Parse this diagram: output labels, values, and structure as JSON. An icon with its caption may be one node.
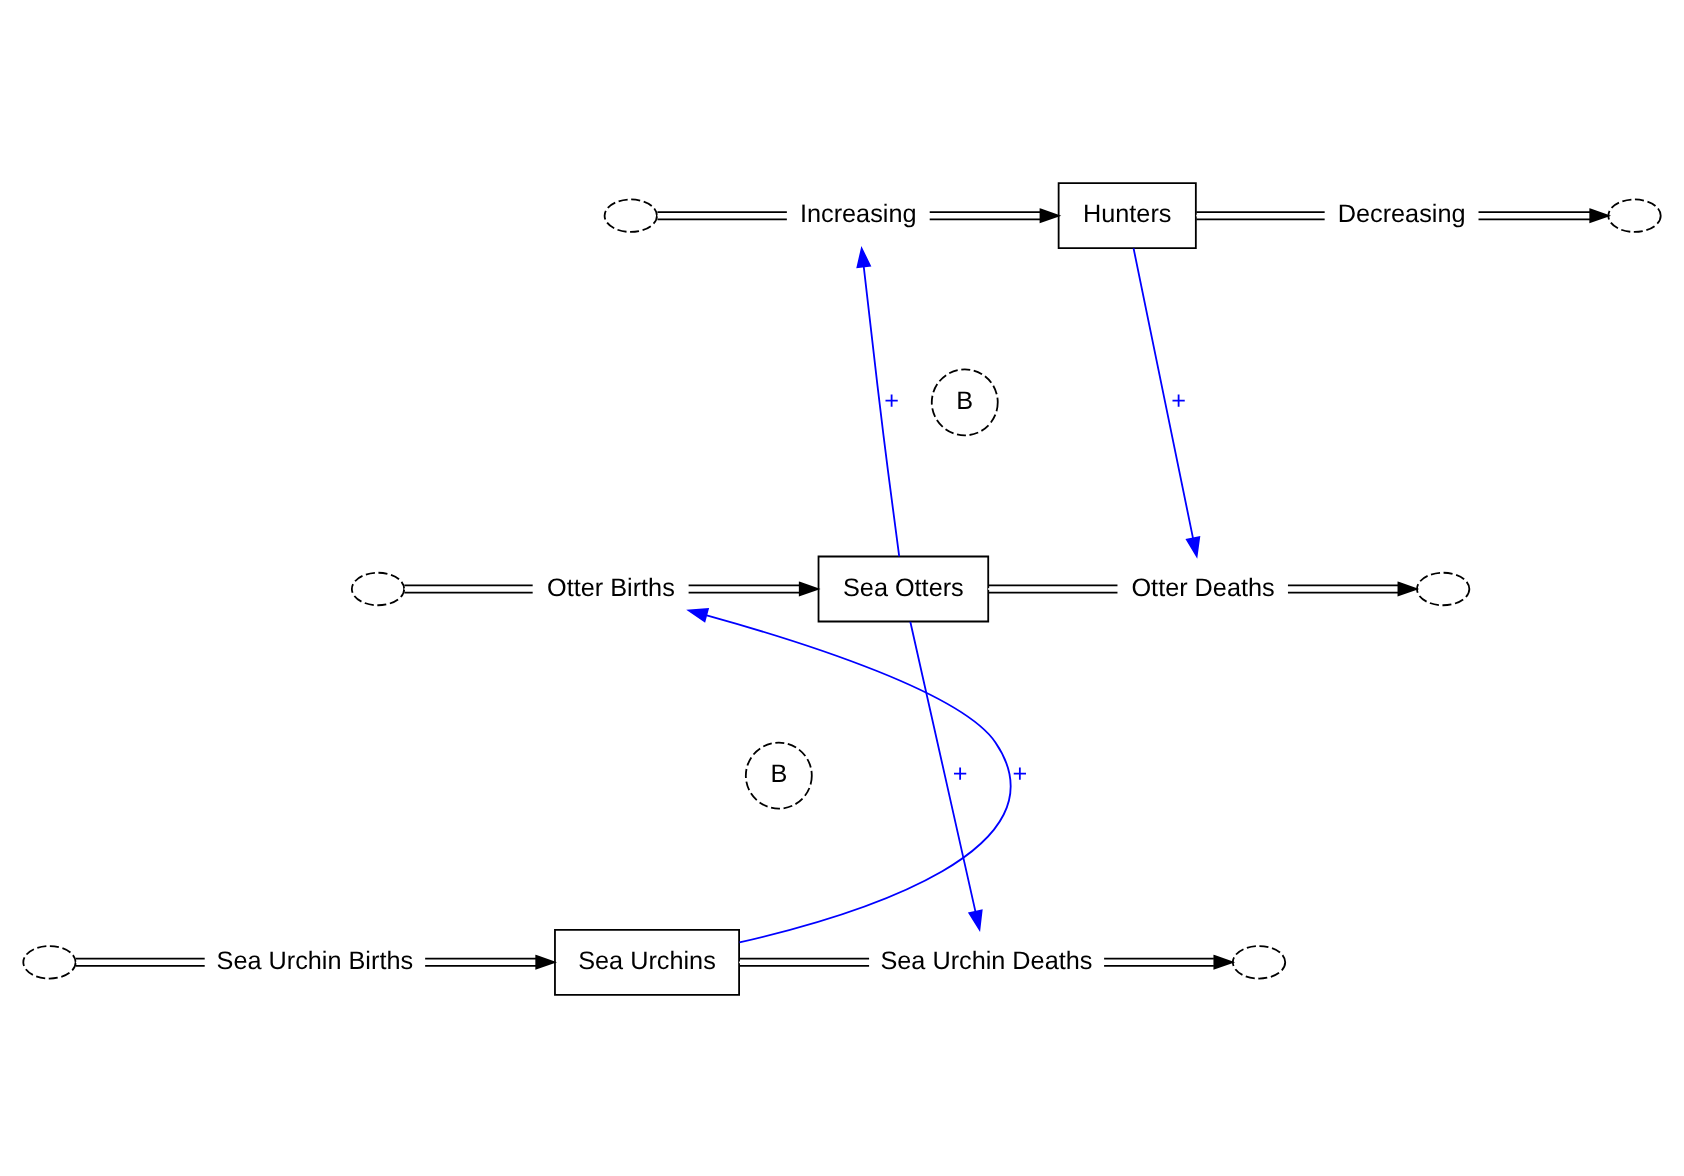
{
  "diagram": {
    "nodes": [
      {
        "text": [],
        "shape": "cloud"
      },
      {
        "text": [
          "Increasing"
        ]
      },
      {
        "text": [
          "Hunters"
        ]
      },
      {
        "text": [
          "Decreasing"
        ]
      },
      {
        "text": [],
        "shape": "cloud"
      },
      {
        "text": [],
        "shape": "cloud"
      },
      {
        "text": [
          "Otter Births"
        ]
      },
      {
        "text": [
          "Sea Otters"
        ]
      },
      {
        "text": [
          "Otter Deaths"
        ]
      },
      {
        "text": [],
        "shape": "cloud"
      },
      {
        "text": [],
        "shape": "cloud"
      },
      {
        "text": [
          "Sea Urchin Births"
        ]
      },
      {
        "text": [
          "Sea Urchins"
        ]
      },
      {
        "text": [
          "Sea Urchin Deaths"
        ]
      },
      {
        "text": [],
        "shape": "cloud"
      }
    ],
    "edges": [
      {
        "from": 0,
        "to": 1,
        "arrow": "none"
      },
      {
        "from": 1,
        "to": 2,
        "arrow": "to"
      },
      {
        "from": 2,
        "to": 3,
        "arrow": "none"
      },
      {
        "from": 3,
        "to": 4,
        "arrow": "to"
      },
      {
        "from": 5,
        "to": 6,
        "arrow": "none"
      },
      {
        "from": 6,
        "to": 7,
        "arrow": "to"
      },
      {
        "from": 7,
        "to": 8,
        "arrow": "none"
      },
      {
        "from": 8,
        "to": 9,
        "arrow": "to"
      },
      {
        "from": 10,
        "to": 11,
        "arrow": "none"
      },
      {
        "from": 11,
        "to": 12,
        "arrow": "to"
      },
      {
        "from": 12,
        "to": 13,
        "arrow": "none"
      },
      {
        "from": 13,
        "to": 14,
        "arrow": "to"
      },
      {
        "from": 7,
        "to": 1,
        "arrow": "to",
        "label": "+",
        "color": "#0000ff"
      },
      {
        "from": 2,
        "to": 8,
        "arrow": "to",
        "label": "+",
        "color": "#0000ff"
      },
      {
        "from": 7,
        "to": 13,
        "arrow": "to",
        "label": "+",
        "color": "#0000ff"
      },
      {
        "from": 12,
        "to": 6,
        "arrow": "to",
        "label": "+",
        "color": "#0000ff"
      }
    ],
    "labels": [
      "B",
      "B"
    ]
  }
}
